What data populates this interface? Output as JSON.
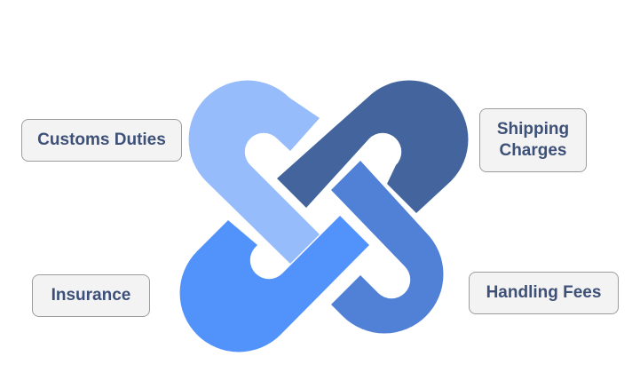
{
  "labels": {
    "customs_duties": "Customs Duties",
    "shipping_charges": "Shipping\nCharges",
    "insurance": "Insurance",
    "handling_fees": "Handling Fees"
  },
  "colors": {
    "link_light": "#97bcfb",
    "link_dark": "#43649d",
    "link_mid": "#5081d7",
    "link_bright": "#5192fb",
    "label_text": "#3d5078",
    "label_bg": "#f3f3f3",
    "label_border": "#9c9c9c"
  }
}
